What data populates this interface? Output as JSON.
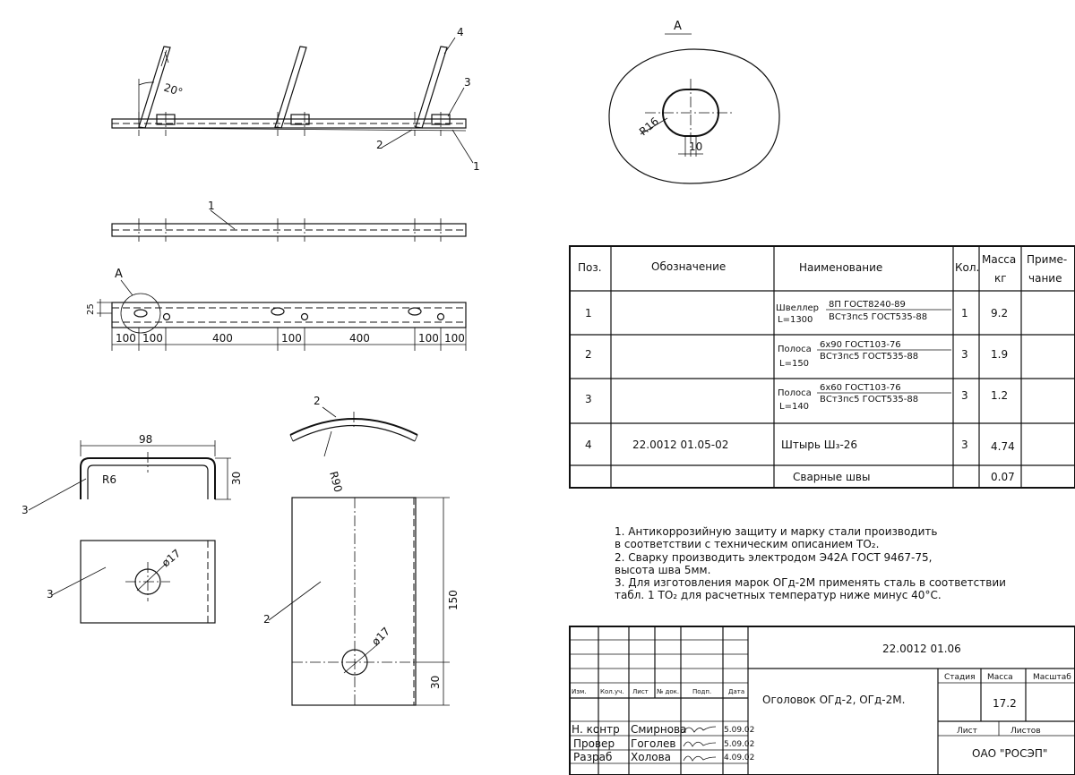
{
  "view_a": {
    "label": "A",
    "radius": "R16",
    "width": "10"
  },
  "elevation": {
    "angle": "20°",
    "callouts": [
      "4",
      "3",
      "2",
      "1"
    ]
  },
  "bar_view": {
    "callout": "1"
  },
  "plan": {
    "view_ref": "A",
    "height": "25",
    "dims": [
      "100",
      "100",
      "400",
      "100",
      "400",
      "100",
      "100"
    ]
  },
  "part3": {
    "callout": "3",
    "width": "98",
    "radius": "R6",
    "height": "30"
  },
  "part2_arc": {
    "callout": "2",
    "radius": "R90"
  },
  "plate3": {
    "callout": "3",
    "hole": "ø17"
  },
  "plate2": {
    "callout": "2",
    "hole": "ø17",
    "height": "150",
    "offset": "30"
  },
  "spec_table": {
    "headers": {
      "pos": "Поз.",
      "designation": "Обозначение",
      "name": "Наименование",
      "qty": "Кол.",
      "mass_top": "Масса",
      "mass_unit": "кг",
      "note_top": "Приме-",
      "note_bottom": "чание"
    },
    "rows": [
      {
        "pos": "1",
        "designation": "",
        "name_prefix": "Швеллер",
        "name_top": "8П ГОСТ8240-89",
        "name_bottom": "ВСт3пс5 ГОСТ535-88",
        "length": "L=1300",
        "qty": "1",
        "mass": "9.2"
      },
      {
        "pos": "2",
        "designation": "",
        "name_prefix": "Полоса",
        "name_top": "6x90 ГОСТ103-76",
        "name_bottom": "ВСт3пс5 ГОСТ535-88",
        "length": "L=150",
        "qty": "3",
        "mass": "1.9"
      },
      {
        "pos": "3",
        "designation": "",
        "name_prefix": "Полоса",
        "name_top": "6x60 ГОСТ103-76",
        "name_bottom": "ВСт3пс5 ГОСТ535-88",
        "length": "L=140",
        "qty": "3",
        "mass": "1.2"
      },
      {
        "pos": "4",
        "designation": "22.0012 01.05-02",
        "name_prefix": "Штырь Ш₃-26",
        "name_top": "",
        "name_bottom": "",
        "length": "",
        "qty": "3",
        "mass": "4.74"
      }
    ],
    "welds": {
      "name": "Сварные швы",
      "mass": "0.07"
    }
  },
  "notes": [
    "1. Антикоррозийную защиту и марку стали производить",
    "в соответствии с техническим описанием ТО₂.",
    "2. Сварку производить электродом Э42А ГОСТ 9467-75,",
    "высота шва 5мм.",
    "3. Для изготовления марок ОГд-2М применять сталь в соответствии",
    "табл. 1 ТО₂ для расчетных температур ниже минус 40°С."
  ],
  "title_block": {
    "doc_code": "22.0012 01.06",
    "title": "Оголовок ОГд-2, ОГд-2М.",
    "col_headers": [
      "Изм.",
      "Кол.уч.",
      "Лист",
      "№ док.",
      "Подп.",
      "Дата"
    ],
    "stage_label": "Стадия",
    "mass_label": "Масса",
    "scale_label": "Масштаб",
    "mass_value": "17.2",
    "sheet_label": "Лист",
    "sheets_label": "Листов",
    "org": "ОАО \"РОСЭП\"",
    "people": [
      {
        "role": "Н. контр",
        "name": "Смирнова",
        "date": "5.09.02"
      },
      {
        "role": "Провер",
        "name": "Гоголев",
        "date": "5.09.02"
      },
      {
        "role": "Разраб",
        "name": "Холова",
        "date": "4.09.02"
      }
    ]
  }
}
